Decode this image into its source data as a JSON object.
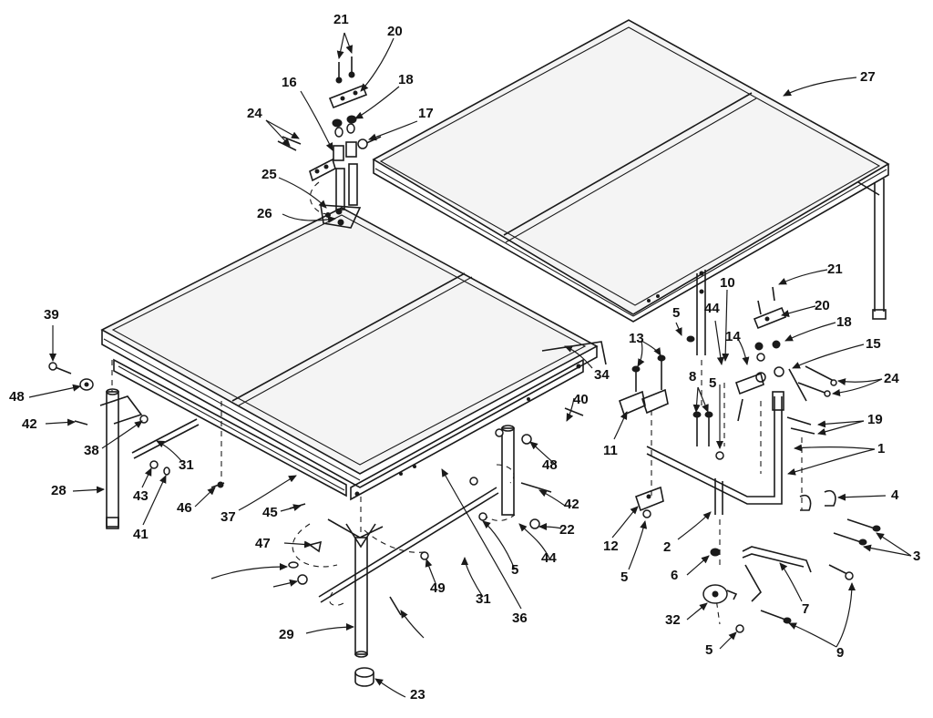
{
  "diagram": {
    "part_labels": [
      "21",
      "20",
      "18",
      "16",
      "17",
      "24",
      "25",
      "26",
      "27",
      "39",
      "48",
      "42",
      "38",
      "31",
      "28",
      "43",
      "41",
      "46",
      "37",
      "45",
      "47",
      "29",
      "49",
      "34",
      "40",
      "48",
      "42",
      "22",
      "44",
      "5",
      "31",
      "36",
      "23",
      "10",
      "21",
      "20",
      "18",
      "15",
      "24",
      "19",
      "1",
      "4",
      "3",
      "44",
      "14",
      "13",
      "5",
      "8",
      "11",
      "12",
      "2",
      "6",
      "7",
      "32",
      "9",
      "5",
      "5",
      "5"
    ]
  }
}
